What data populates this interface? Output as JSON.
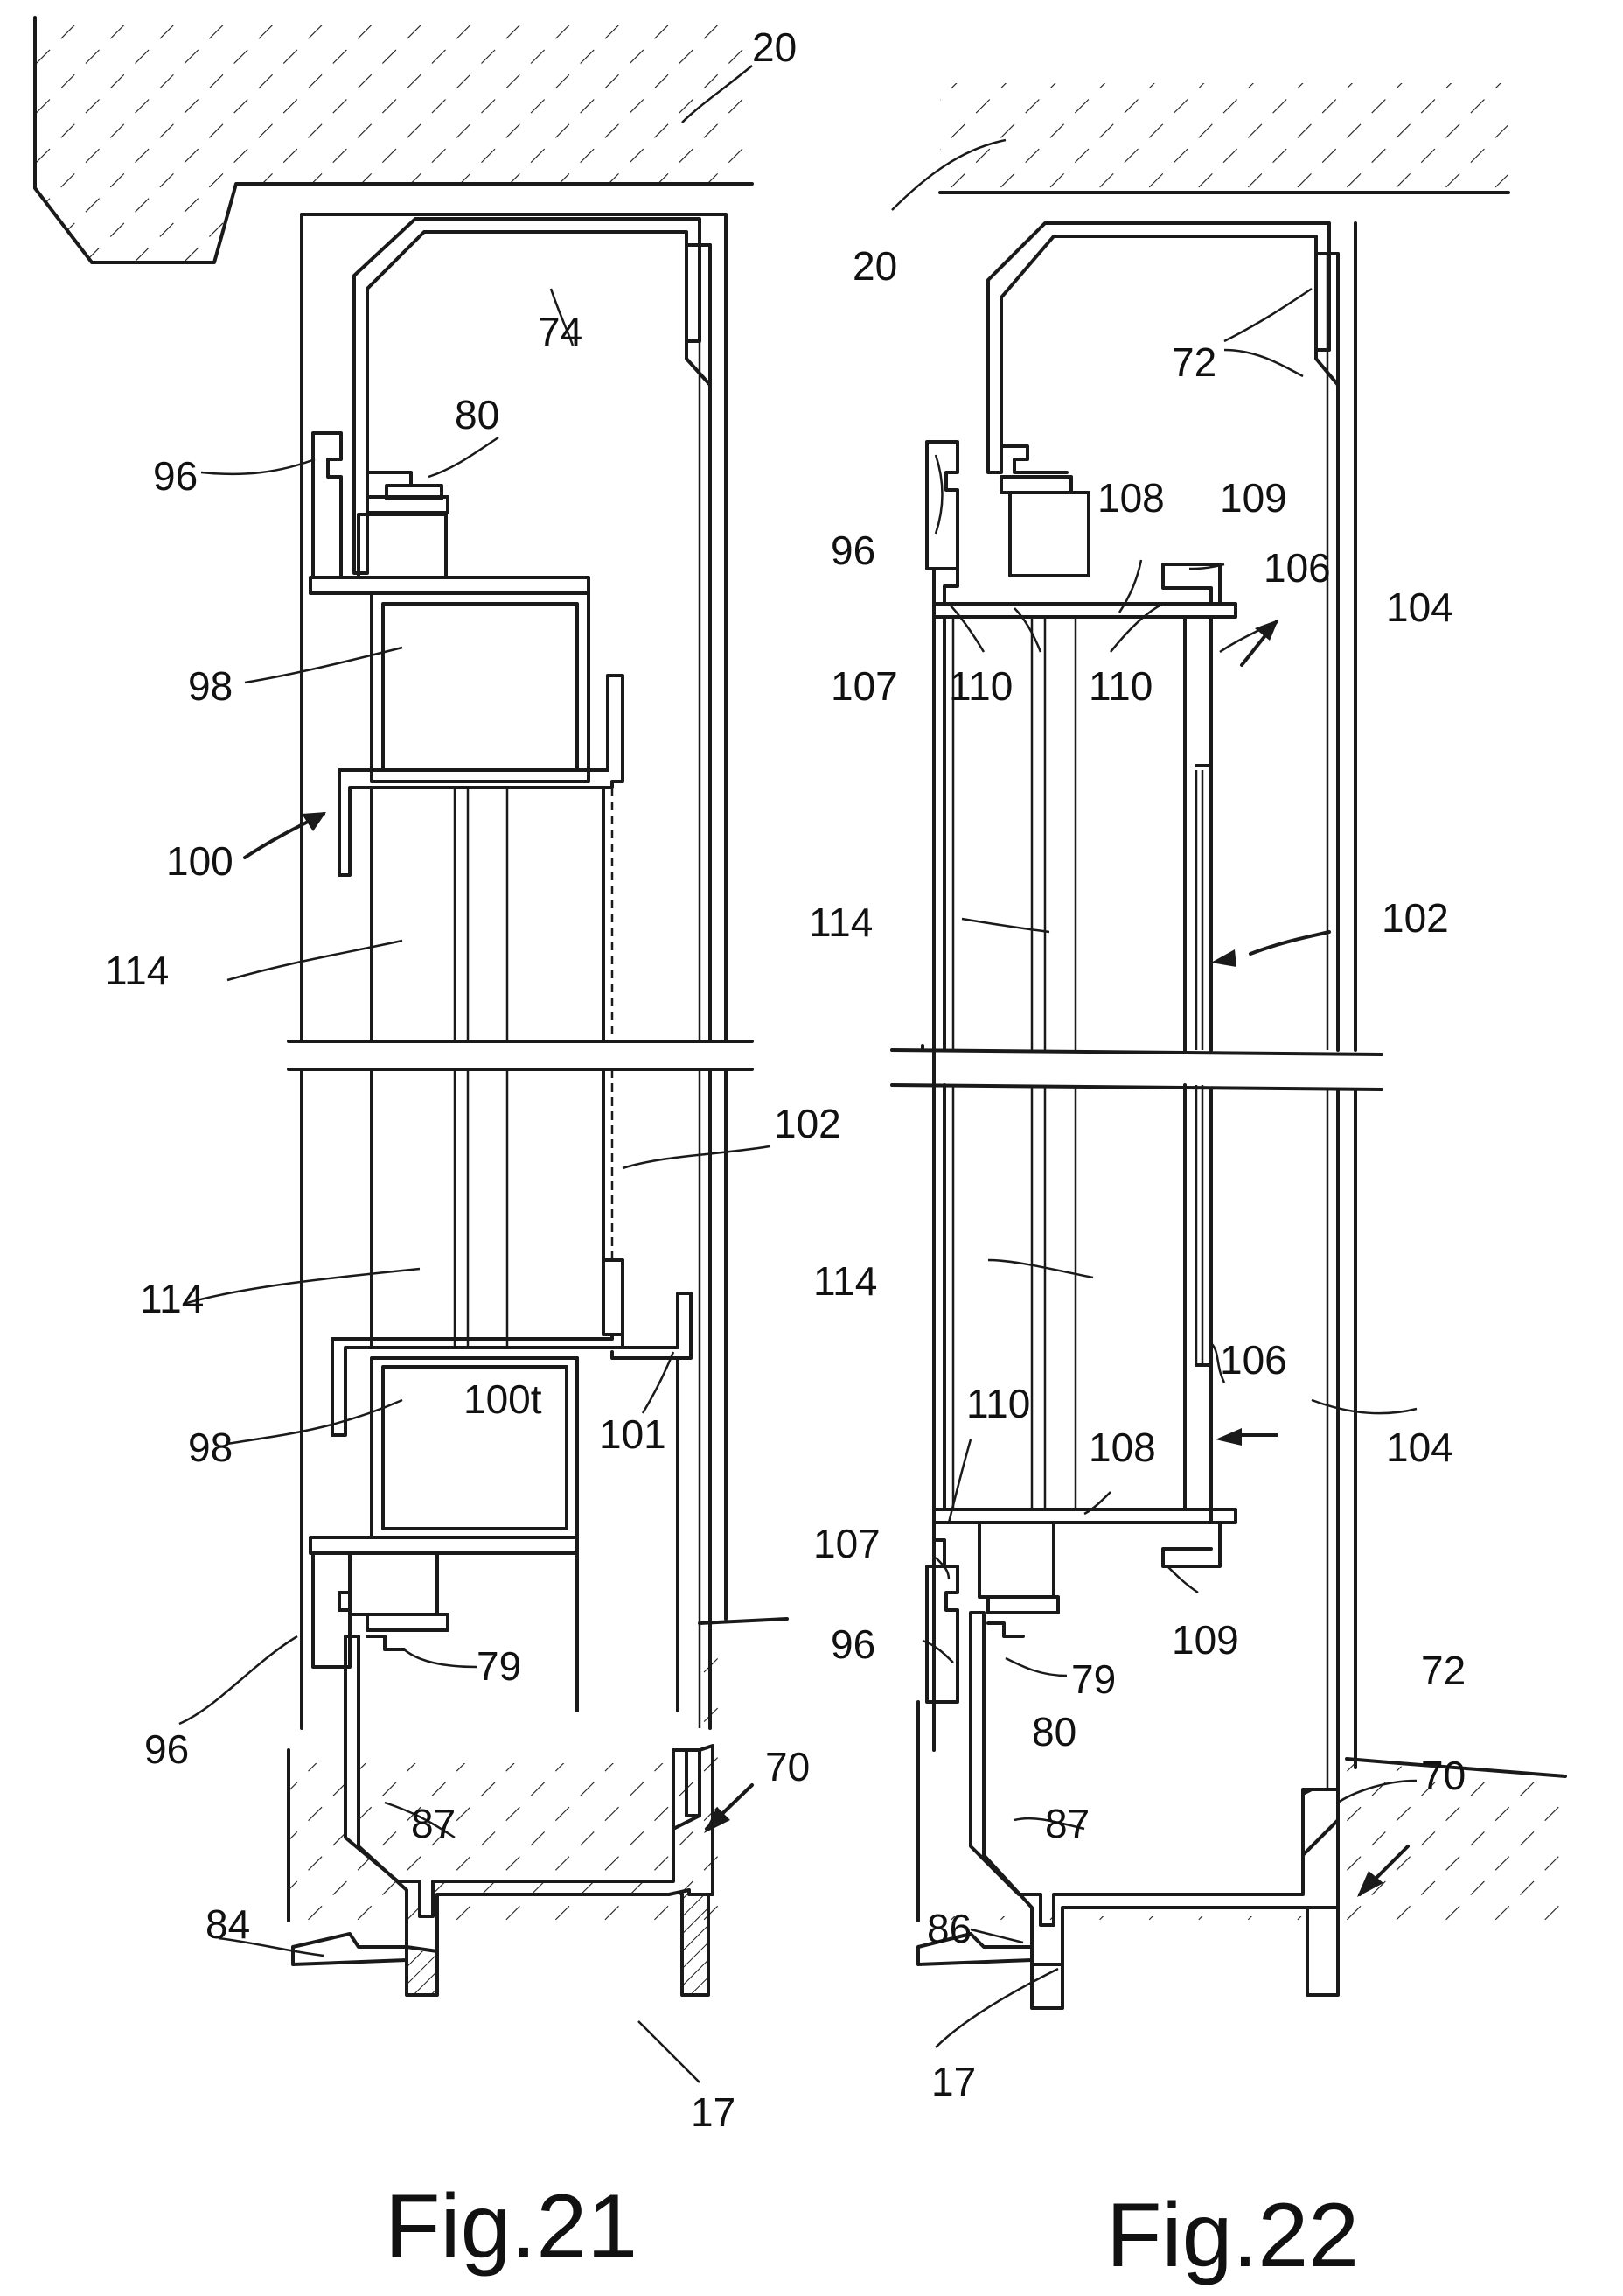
{
  "figures": [
    {
      "caption": "Fig.21",
      "labels": [
        "20",
        "74",
        "80",
        "96",
        "98",
        "100",
        "114",
        "102",
        "114",
        "101",
        "100t",
        "98",
        "96",
        "79",
        "70",
        "87",
        "84",
        "17"
      ]
    },
    {
      "caption": "Fig.22",
      "labels": [
        "20",
        "72",
        "96",
        "108",
        "109",
        "106",
        "104",
        "107",
        "110",
        "110",
        "114",
        "102",
        "114",
        "106",
        "110",
        "108",
        "104",
        "107",
        "109",
        "96",
        "79",
        "80",
        "72",
        "70",
        "87",
        "86",
        "17"
      ]
    }
  ]
}
